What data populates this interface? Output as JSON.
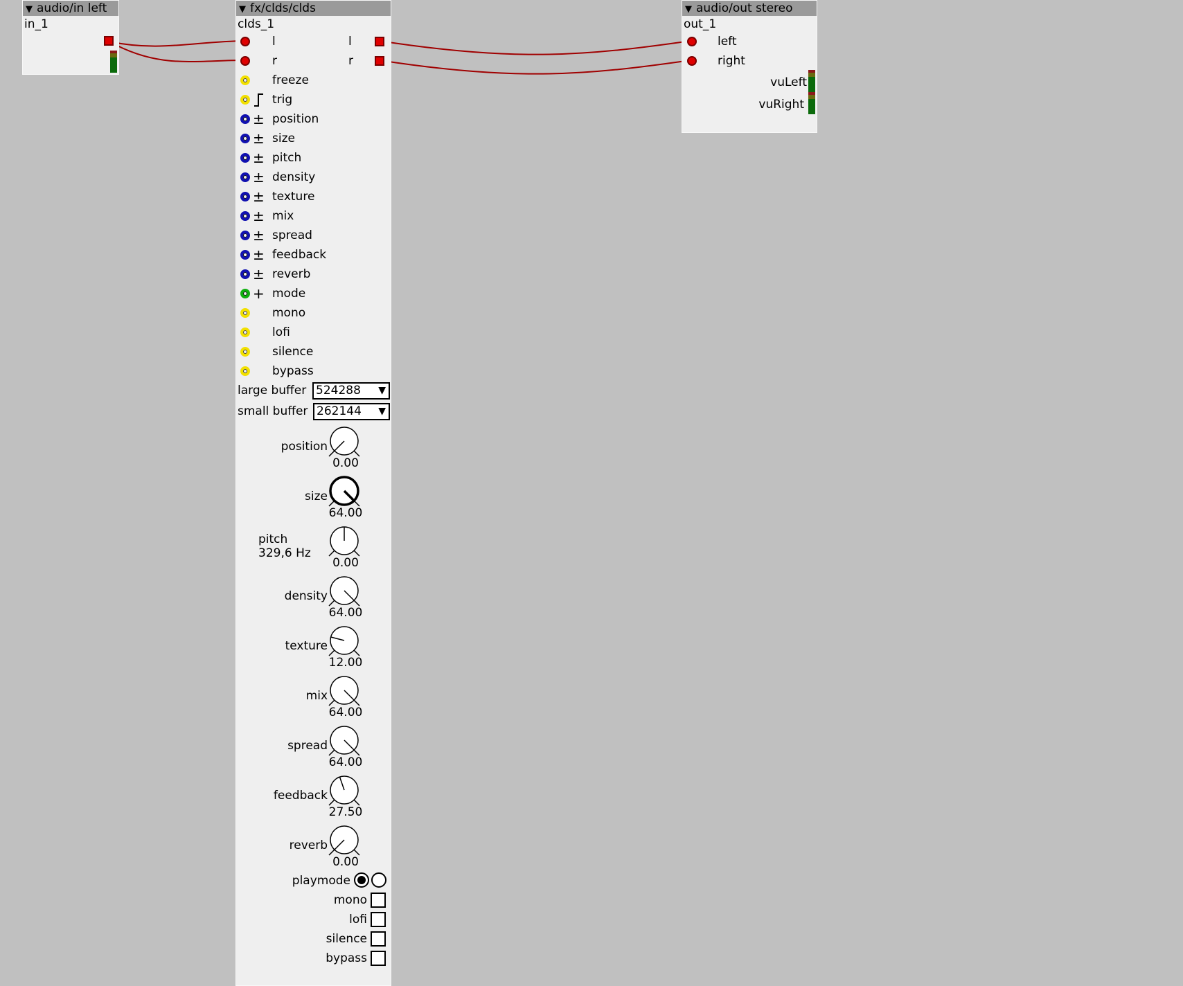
{
  "objects": {
    "audio_in": {
      "type": "audio/in left",
      "instance": "in_1"
    },
    "clds": {
      "type": "fx/clds/clds",
      "instance": "clds_1",
      "audio_inputs": [
        "l",
        "r"
      ],
      "audio_outputs": [
        "l",
        "r"
      ],
      "inlets": [
        {
          "name": "freeze",
          "kind": "bool",
          "sym": ""
        },
        {
          "name": "trig",
          "kind": "bool",
          "sym": "trig"
        },
        {
          "name": "position",
          "kind": "frac",
          "sym": "±"
        },
        {
          "name": "size",
          "kind": "frac",
          "sym": "±"
        },
        {
          "name": "pitch",
          "kind": "frac",
          "sym": "±"
        },
        {
          "name": "density",
          "kind": "frac",
          "sym": "±"
        },
        {
          "name": "texture",
          "kind": "frac",
          "sym": "±"
        },
        {
          "name": "mix",
          "kind": "frac",
          "sym": "±"
        },
        {
          "name": "spread",
          "kind": "frac",
          "sym": "±"
        },
        {
          "name": "feedback",
          "kind": "frac",
          "sym": "±"
        },
        {
          "name": "reverb",
          "kind": "frac",
          "sym": "±"
        },
        {
          "name": "mode",
          "kind": "int",
          "sym": "+"
        },
        {
          "name": "mono",
          "kind": "bool",
          "sym": ""
        },
        {
          "name": "lofi",
          "kind": "bool",
          "sym": ""
        },
        {
          "name": "silence",
          "kind": "bool",
          "sym": ""
        },
        {
          "name": "bypass",
          "kind": "bool",
          "sym": ""
        }
      ],
      "large_buffer": {
        "label": "large buffer",
        "value": "524288"
      },
      "small_buffer": {
        "label": "small buffer",
        "value": "262144"
      },
      "knobs": [
        {
          "name": "position",
          "value": "0.00",
          "pointer": 0.0
        },
        {
          "name": "size",
          "value": "64.00",
          "pointer": 1.0,
          "highlighted": true
        },
        {
          "name": "pitch",
          "sublabel": "329,6 Hz",
          "value": "0.00",
          "pointer": 0.5
        },
        {
          "name": "density",
          "value": "64.00",
          "pointer": 1.0
        },
        {
          "name": "texture",
          "value": "12.00",
          "pointer": 0.22
        },
        {
          "name": "mix",
          "value": "64.00",
          "pointer": 1.0
        },
        {
          "name": "spread",
          "value": "64.00",
          "pointer": 1.0
        },
        {
          "name": "feedback",
          "value": "27.50",
          "pointer": 0.43
        },
        {
          "name": "reverb",
          "value": "0.00",
          "pointer": 0.0
        }
      ],
      "playmode": {
        "label": "playmode",
        "selected": 0
      },
      "checkboxes": [
        {
          "name": "mono",
          "checked": false
        },
        {
          "name": "lofi",
          "checked": false
        },
        {
          "name": "silence",
          "checked": false
        },
        {
          "name": "bypass",
          "checked": false
        }
      ]
    },
    "audio_out": {
      "type": "audio/out stereo",
      "instance": "out_1",
      "inputs": [
        "left",
        "right"
      ],
      "meters": [
        "vuLeft",
        "vuRight"
      ]
    }
  },
  "colors": {
    "background": "#c0c0c0",
    "wire": "#a00000",
    "bool_inlet": "#f2e000",
    "frac_inlet": "#1010b0",
    "int_inlet": "#10b010",
    "vu": "#0b6a0b"
  }
}
